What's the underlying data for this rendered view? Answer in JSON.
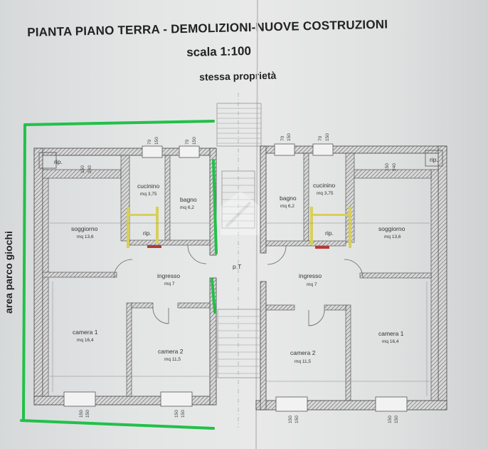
{
  "title": "PIANTA PIANO TERRA - DEMOLIZIONI-NUOVE COSTRUZIONI",
  "scale": "scala 1:100",
  "neighbor_label": "stessa proprietà",
  "park_label": "area parco giochi",
  "stair_label": "p.T",
  "left_unit": {
    "rip_top": "rip.",
    "cucinino": {
      "name": "cucinino",
      "area": "mq 3,75"
    },
    "bagno": {
      "name": "bagno",
      "area": "mq 6,2"
    },
    "soggiorno": {
      "name": "soggiorno",
      "area": "mq 13,6"
    },
    "rip": "rip.",
    "ingresso": {
      "name": "ingresso",
      "area": "mq 7"
    },
    "camera1": {
      "name": "camera 1",
      "area": "mq 16,4"
    },
    "camera2": {
      "name": "camera 2",
      "area": "mq 11,5"
    }
  },
  "right_unit": {
    "rip_top": "rip.",
    "cucinino": {
      "name": "cucinino",
      "area": "mq 3,75"
    },
    "bagno": {
      "name": "bagno",
      "area": "mq 6,2"
    },
    "soggiorno": {
      "name": "soggiorno",
      "area": "mq 13,6"
    },
    "rip": "rip.",
    "ingresso": {
      "name": "ingresso",
      "area": "mq 7"
    },
    "camera1": {
      "name": "camera 1",
      "area": "mq 16,4"
    },
    "camera2": {
      "name": "camera 2",
      "area": "mq 11,5"
    }
  },
  "window_dims": {
    "w70": "70",
    "w150": "150",
    "w240": "240"
  },
  "colors": {
    "wall_hatch": "#6f6f6f",
    "green_line": "#22c04a",
    "yellow": "#d8cf5c",
    "red_mark": "#b33a3a"
  }
}
